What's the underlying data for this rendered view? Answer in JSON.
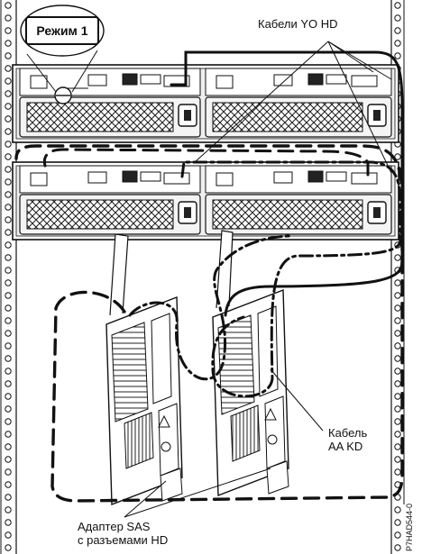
{
  "callout": {
    "mode_label": "Режим 1"
  },
  "labels": {
    "yo_cables": "Кабели YO HD",
    "aa_cable_line1": "Кабель",
    "aa_cable_line2": "AA KD",
    "sas_adapter_line1": "Адаптер SAS",
    "sas_adapter_line2": "с разъемами HD"
  },
  "figure_id": "P7HAD544-0",
  "colors": {
    "ink": "#111111",
    "paper": "#ffffff",
    "shade": "#d9d9d9"
  }
}
